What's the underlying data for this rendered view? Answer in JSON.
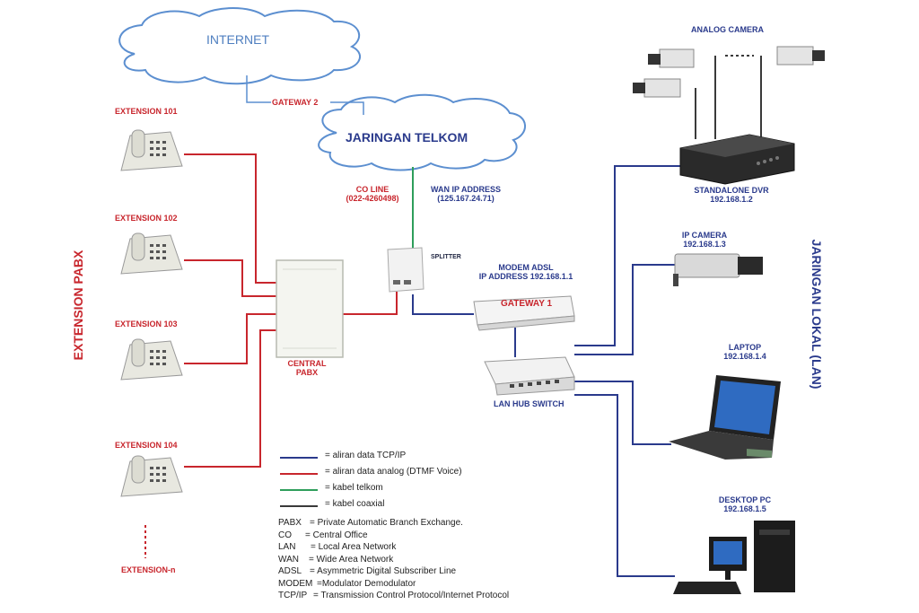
{
  "clouds": {
    "internet": "INTERNET",
    "telkom": "JARINGAN TELKOM"
  },
  "labels": {
    "gateway2": "GATEWAY 2",
    "co_line": "CO LINE",
    "co_number": "(022-4260498)",
    "wan_ip": "WAN IP ADDRESS",
    "wan_ip_value": "(125.167.24.71)",
    "splitter": "SPLITTER",
    "modem_title": "MODEM ADSL",
    "modem_ip": "IP ADDRESS 192.168.1.1",
    "gateway1": "GATEWAY 1",
    "lan_switch": "LAN HUB SWITCH",
    "central_pabx_1": "CENTRAL",
    "central_pabx_2": "PABX",
    "extension_pabx": "EXTENSION PABX",
    "jaringan_lokal": "JARINGAN LOKAL (LAN)"
  },
  "extensions": [
    "EXTENSION 101",
    "EXTENSION 102",
    "EXTENSION 103",
    "EXTENSION 104",
    "EXTENSION-n"
  ],
  "devices": {
    "analog_camera": "ANALOG CAMERA",
    "dvr": "STANDALONE DVR",
    "dvr_ip": "192.168.1.2",
    "ip_camera": "IP CAMERA",
    "ip_camera_ip": "192.168.1.3",
    "laptop": "LAPTOP",
    "laptop_ip": "192.168.1.4",
    "desktop": "DESKTOP PC",
    "desktop_ip": "192.168.1.5"
  },
  "legend": [
    {
      "color": "#2a3a8c",
      "text": "= aliran data TCP/IP"
    },
    {
      "color": "#c8262d",
      "text": "= aliran data analog (DTMF Voice)"
    },
    {
      "color": "#2e9e5b",
      "text": "= kabel telkom"
    },
    {
      "color": "#3a3a3a",
      "text": "= kabel coaxial"
    }
  ],
  "abbreviations": [
    {
      "term": "PABX",
      "def": "= Private Automatic Branch Exchange."
    },
    {
      "term": "CO",
      "def": "= Central Office"
    },
    {
      "term": "LAN",
      "def": "=  Local Area Network"
    },
    {
      "term": "WAN",
      "def": "= Wide Area Network"
    },
    {
      "term": "ADSL",
      "def": "= Asymmetric Digital Subscriber Line"
    },
    {
      "term": "MODEM",
      "def": "=Modulator Demodulator"
    },
    {
      "term": "TCP/IP",
      "def": "= Transmission Control Protocol/Internet Protocol"
    }
  ],
  "colors": {
    "analog": "#c8262d",
    "tcpip": "#2a3a8c",
    "telkom": "#2e9e5b",
    "coaxial": "#3a3a3a",
    "cloud_border": "#5c8fd0"
  }
}
